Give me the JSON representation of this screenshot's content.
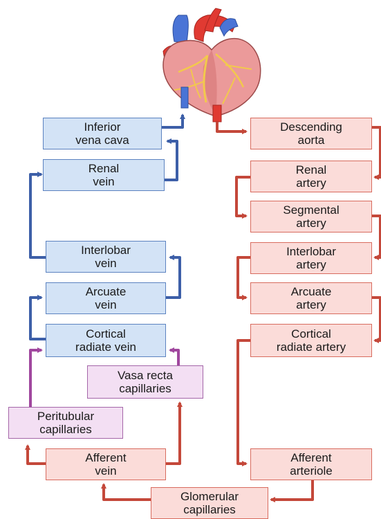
{
  "colors": {
    "vein_fill": "#d3e3f6",
    "vein_stroke": "#5b82c0",
    "vein_arrow": "#3d5fa8",
    "artery_fill": "#fbdcd9",
    "artery_stroke": "#d86b5e",
    "artery_arrow": "#c4483a",
    "capillary_fill": "#f3dff3",
    "capillary_stroke": "#a466a8",
    "capillary_arrow": "#a0479e"
  },
  "icons": {
    "heart": "heart-icon"
  },
  "nodes": {
    "inferior_vena_cava": "Inferior\nvena cava",
    "renal_vein": "Renal\nvein",
    "interlobar_vein": "Interlobar\nvein",
    "arcuate_vein": "Arcuate\nvein",
    "cortical_radiate_vein": "Cortical\nradiate vein",
    "vasa_recta_capillaries": "Vasa recta\ncapillaries",
    "peritubular_capillaries": "Peritubular\ncapillaries",
    "afferent_vein": "Afferent\nvein",
    "glomerular_capillaries": "Glomerular\ncapillaries",
    "descending_aorta": "Descending\naorta",
    "renal_artery": "Renal\nartery",
    "segmental_artery": "Segmental\nartery",
    "interlobar_artery": "Interlobar\nartery",
    "arcuate_artery": "Arcuate\nartery",
    "cortical_radiate_artery": "Cortical\nradiate artery",
    "afferent_arteriole": "Afferent\narteriole"
  }
}
